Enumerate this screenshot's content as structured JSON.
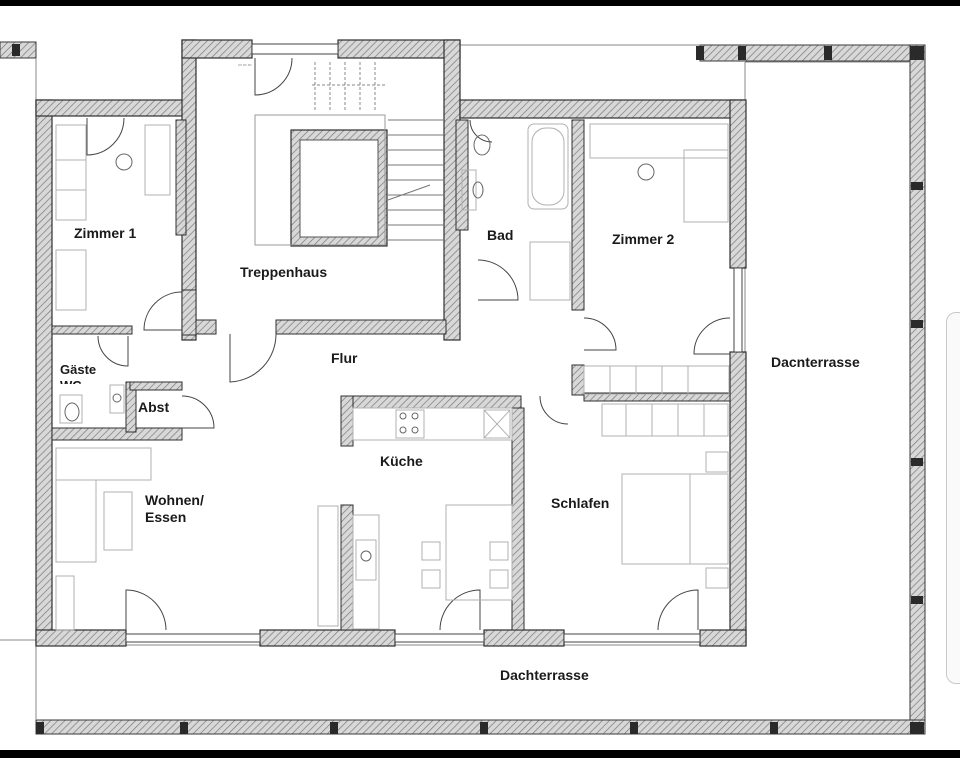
{
  "rooms": {
    "zimmer1": "Zimmer 1",
    "treppenhaus": "Treppenhaus",
    "bad": "Bad",
    "zimmer2": "Zimmer 2",
    "flur": "Flur",
    "gaeste_wc": "Gäste\nWC",
    "abst": "Abst",
    "kueche": "Küche",
    "wohnen_essen": "Wohnen/\nEssen",
    "schlafen": "Schlafen",
    "dachterrasse_right": "Dacnterrasse",
    "dachterrasse_bottom": "Dachterrasse"
  },
  "colors": {
    "wall": "#3a3a3a",
    "hatch": "#8a8a8a",
    "furniture": "#b0b0b0",
    "frame": "#000000"
  }
}
